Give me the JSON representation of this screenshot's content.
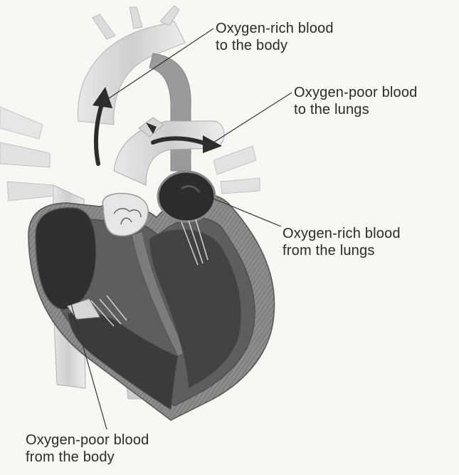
{
  "labels": {
    "rich_to_body": {
      "line1": "Oxygen-rich blood",
      "line2": "to the body"
    },
    "poor_to_lungs": {
      "line1": "Oxygen-poor blood",
      "line2": "to the lungs"
    },
    "rich_from_lungs": {
      "line1": "Oxygen-rich blood",
      "line2": "from the lungs"
    },
    "poor_from_body": {
      "line1": "Oxygen-poor blood",
      "line2": "from the body"
    }
  },
  "colors": {
    "vessel": "#d9d9d9",
    "chamber_dark": "#3a3a3a",
    "muscle": "#6e6e6e",
    "outline": "#555555",
    "leader": "#333333"
  }
}
